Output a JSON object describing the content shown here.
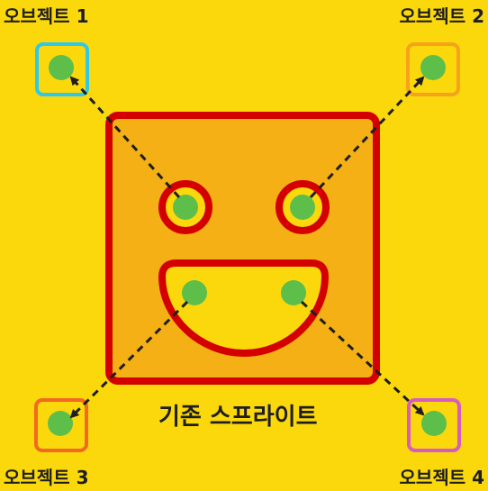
{
  "labels": {
    "object1": "오브젝트 1",
    "object2": "오브젝트 2",
    "object3": "오브젝트 3",
    "object4": "오브젝트 4",
    "main_sprite": "기존 스프라이트"
  },
  "colors": {
    "background": "#FBD80C",
    "sprite_fill": "#F4B015",
    "sprite_outline": "#D40000",
    "eye_fill": "#FBD80C",
    "dot_green": "#5DBE4A",
    "object1_border": "#2EC9E8",
    "object2_border": "#F7A21B",
    "object3_border": "#F26A21",
    "object4_border": "#D85BC0",
    "arrow": "#1e1e1e"
  }
}
